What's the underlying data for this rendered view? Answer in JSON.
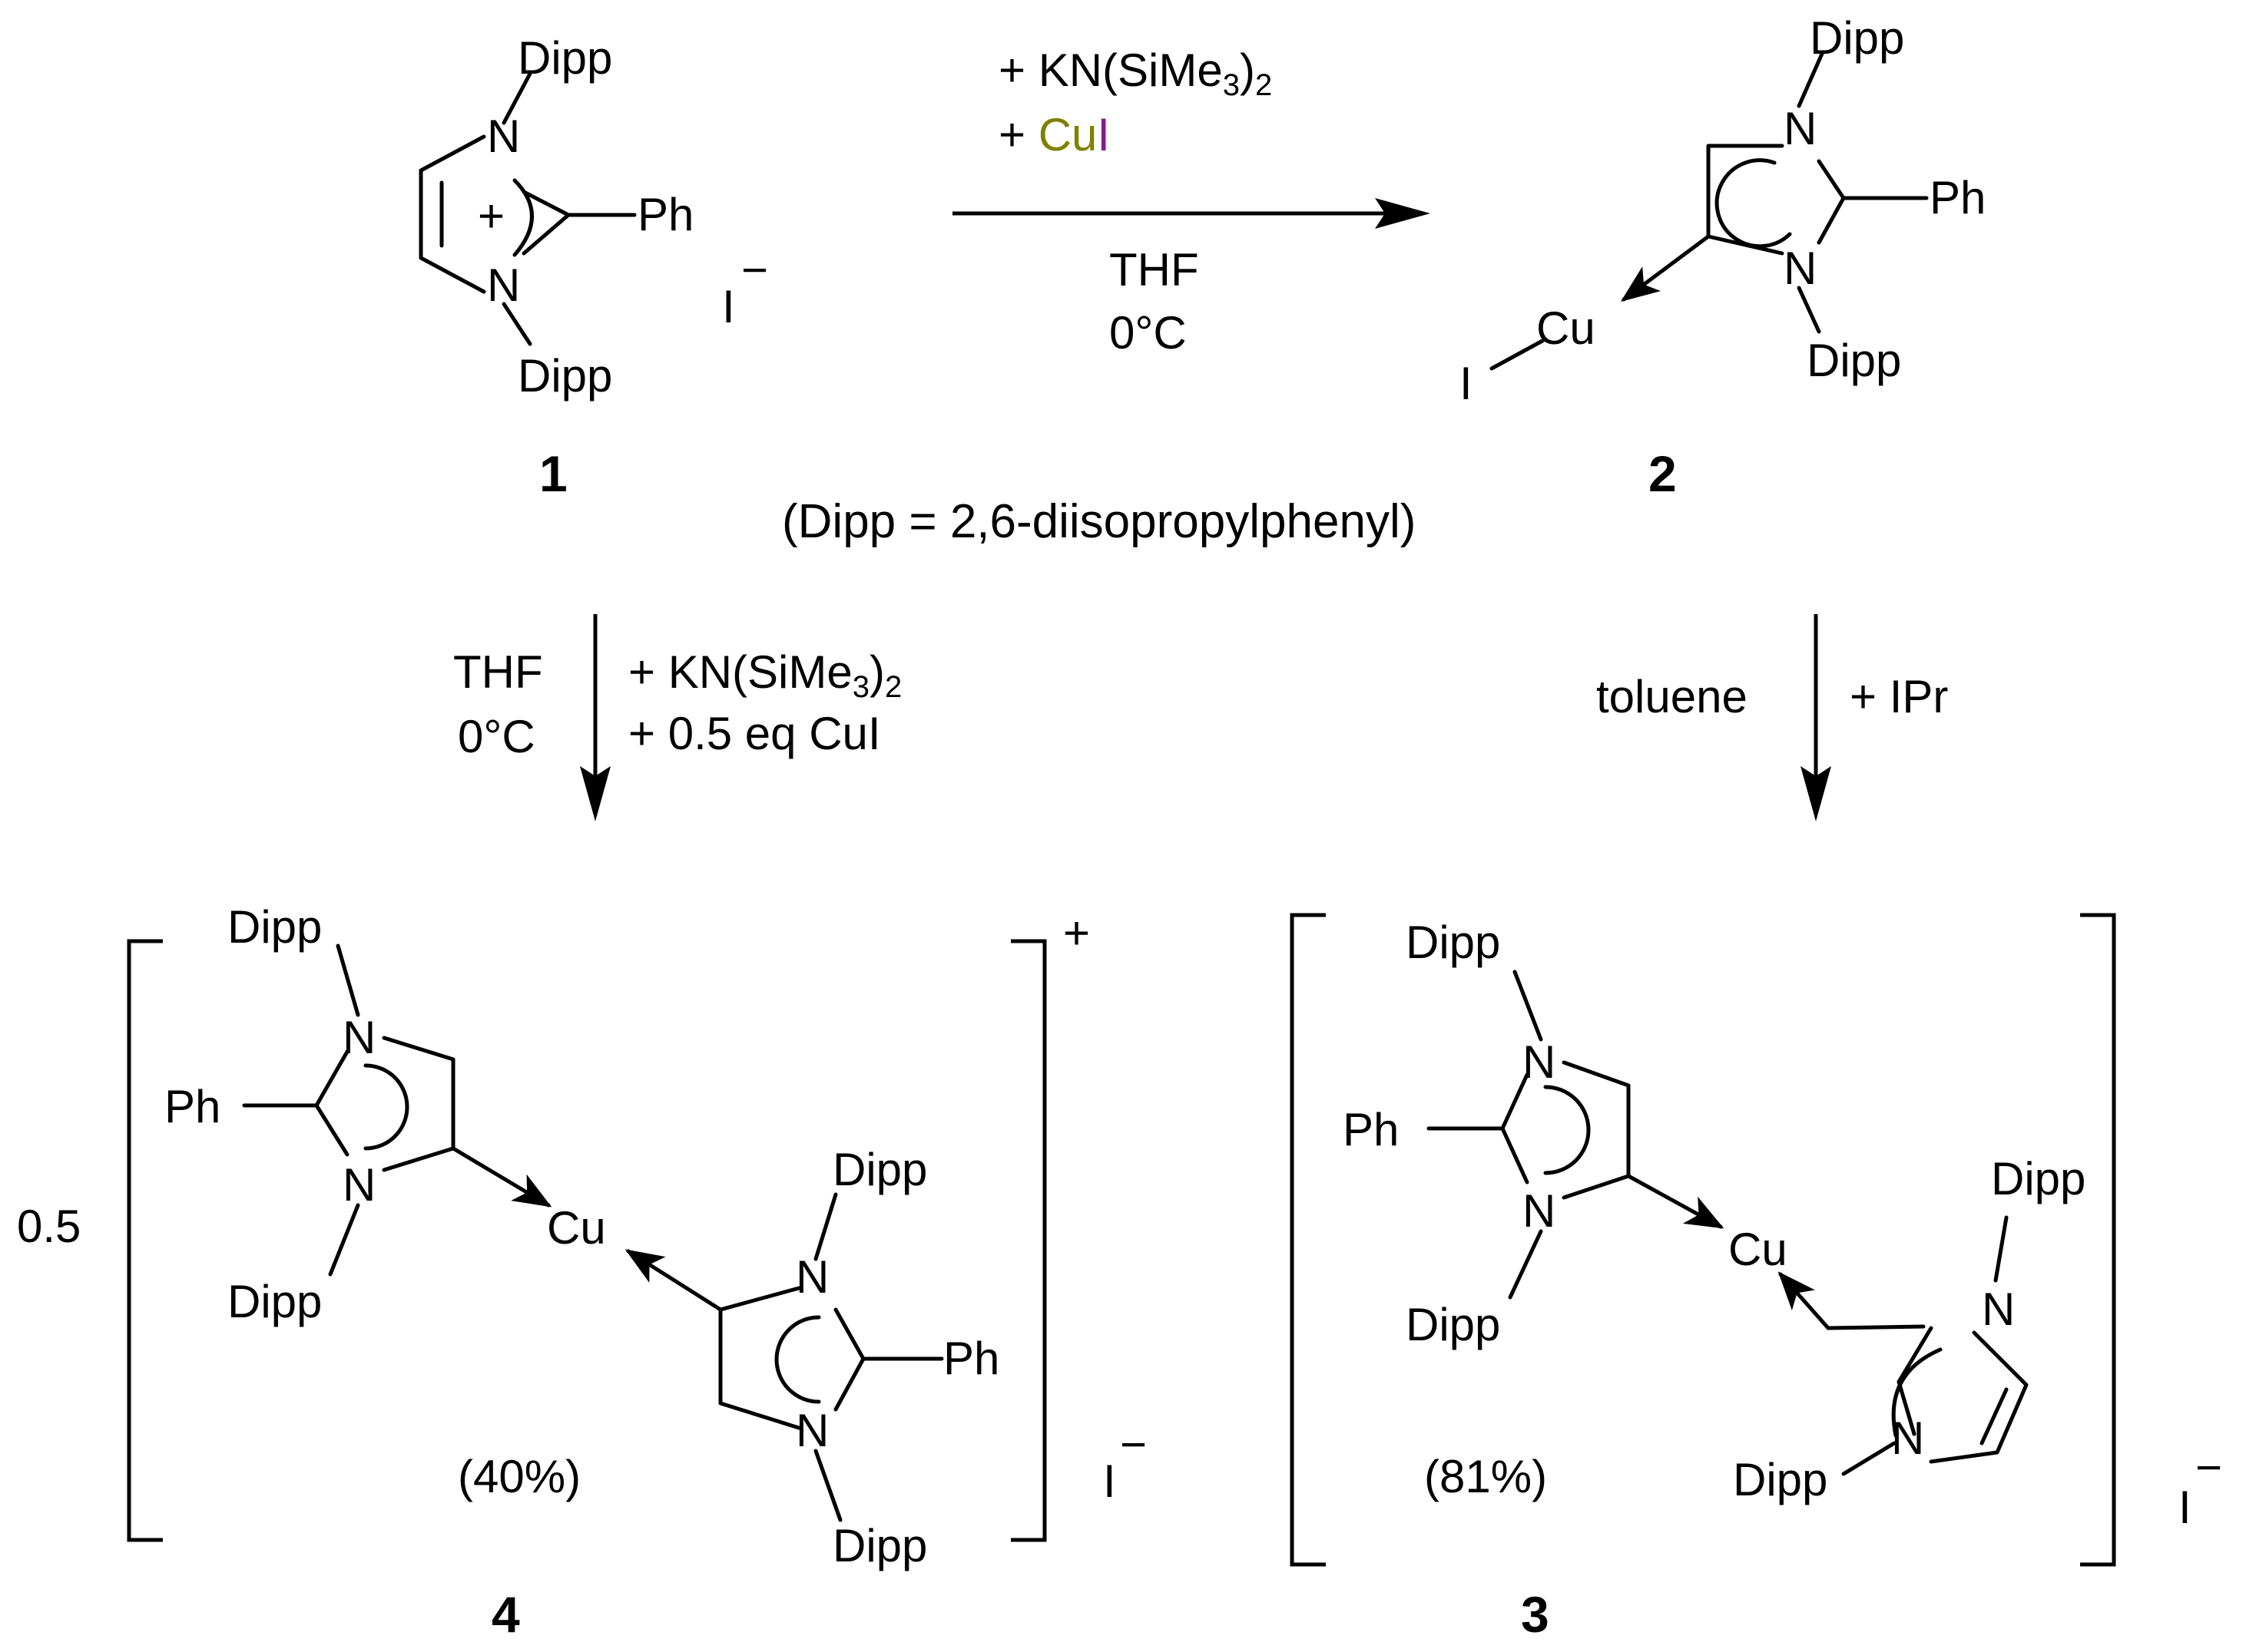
{
  "colors": {
    "nitrogen": "#1a1aff",
    "copper": "#808000",
    "iodine": "#8b1a8b",
    "text": "#000000"
  },
  "labels": {
    "dipp": "Dipp",
    "ph": "Ph",
    "n": "N",
    "cu": "Cu",
    "iodine": "I",
    "minus": "−",
    "plus_in_ring": "+",
    "plus_charge": "+"
  },
  "compound_numbers": {
    "c1": "1",
    "c2": "2",
    "c3": "3",
    "c4": "4"
  },
  "definition": "(Dipp = 2,6-diisopropylphenyl)",
  "reaction_1_to_2": {
    "reagent1_prefix": "+ KN(SiMe",
    "reagent1_sub": "3",
    "reagent1_close": ")",
    "reagent1_sub2": "2",
    "reagent2_prefix": "+ ",
    "reagent2_cu": "Cu",
    "reagent2_i": "I",
    "solvent": "THF",
    "temperature": "0°C"
  },
  "reaction_1_to_4": {
    "solvent": "THF",
    "temperature": "0°C",
    "reagent1_prefix": "+ KN(SiMe",
    "reagent1_sub": "3",
    "reagent1_close": ")",
    "reagent1_sub2": "2",
    "reagent2": "+ 0.5 eq CuI"
  },
  "reaction_2_to_3": {
    "solvent": "toluene",
    "reagent": "+ IPr"
  },
  "product_4": {
    "coefficient": "0.5",
    "yield": "(40%)"
  },
  "product_3": {
    "yield": "(81%)"
  }
}
